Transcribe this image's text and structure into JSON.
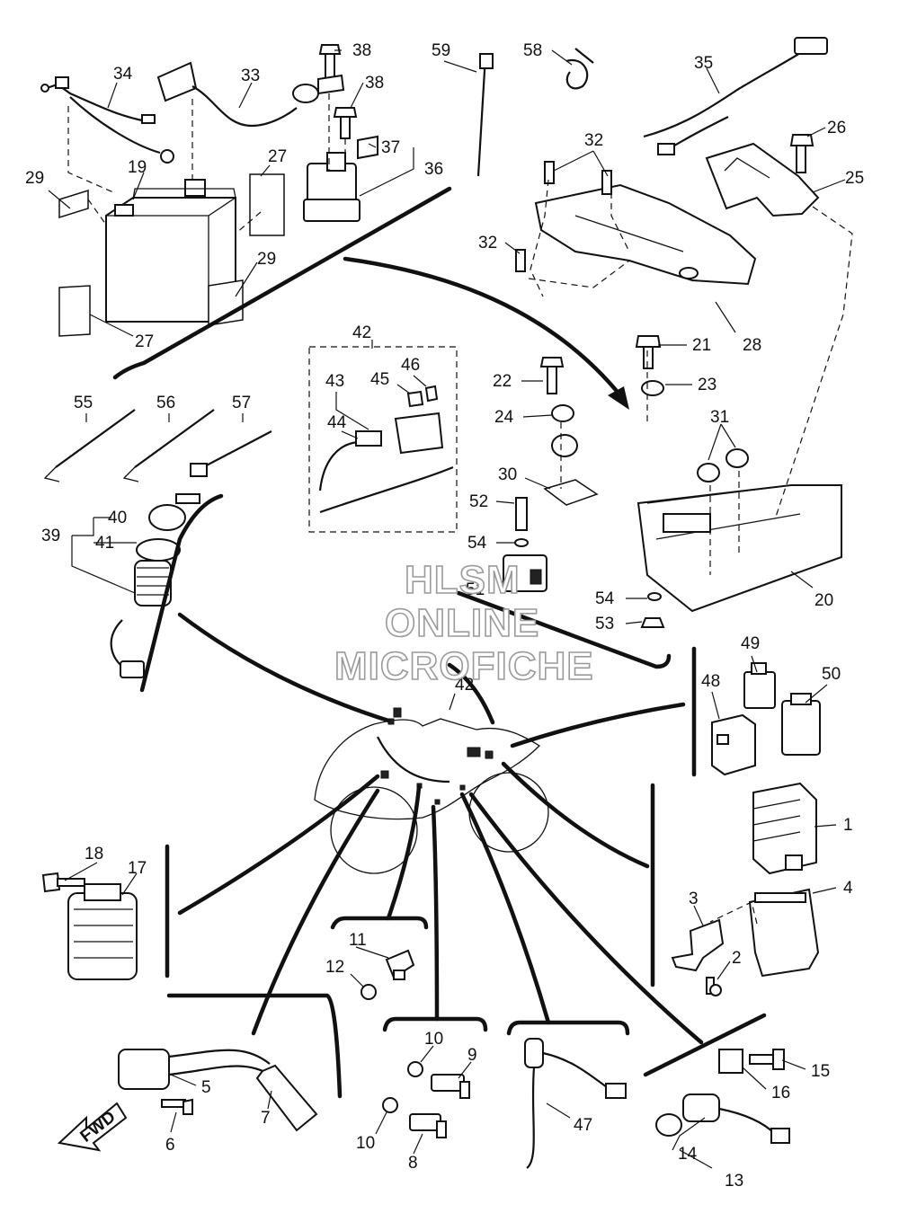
{
  "watermark": {
    "line1": "HLSM",
    "line2": "ONLINE",
    "line3": "MICROFICHE"
  },
  "fwd_label": "FWD",
  "part_numbers": {
    "p1": "1",
    "p2": "2",
    "p3": "3",
    "p4": "4",
    "p5": "5",
    "p6": "6",
    "p7": "7",
    "p8": "8",
    "p9": "9",
    "p10a": "10",
    "p10b": "10",
    "p11": "11",
    "p12": "12",
    "p13": "13",
    "p14": "14",
    "p15": "15",
    "p16": "16",
    "p17": "17",
    "p18": "18",
    "p19": "19",
    "p20": "20",
    "p21": "21",
    "p22": "22",
    "p23": "23",
    "p24": "24",
    "p25": "25",
    "p26": "26",
    "p27a": "27",
    "p27b": "27",
    "p28": "28",
    "p29a": "29",
    "p29b": "29",
    "p30": "30",
    "p31": "31",
    "p32a": "32",
    "p32b": "32",
    "p33": "33",
    "p34": "34",
    "p35": "35",
    "p36": "36",
    "p37": "37",
    "p38a": "38",
    "p38b": "38",
    "p39": "39",
    "p40": "40",
    "p41": "41",
    "p42a": "42",
    "p42b": "42",
    "p43": "43",
    "p44": "44",
    "p45": "45",
    "p46": "46",
    "p47": "47",
    "p48": "48",
    "p49": "49",
    "p50": "50",
    "p51": "51",
    "p52": "52",
    "p53": "53",
    "p54a": "54",
    "p54b": "54",
    "p55": "55",
    "p56": "56",
    "p57": "57",
    "p58": "58",
    "p59": "59"
  }
}
